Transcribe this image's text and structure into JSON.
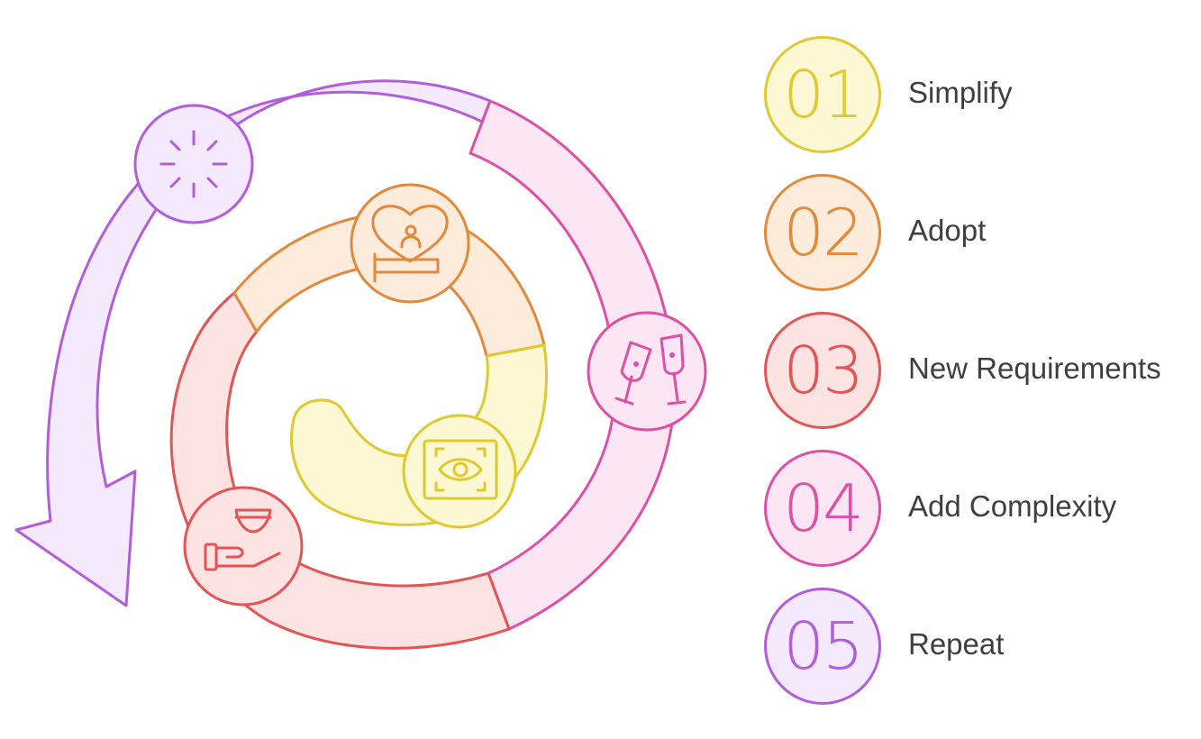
{
  "steps": [
    {
      "number": "01",
      "label": "Simplify",
      "stroke": "#e0c92f",
      "fill": "#fdf8d4",
      "icon": "eye-frame-icon"
    },
    {
      "number": "02",
      "label": "Adopt",
      "stroke": "#e3893b",
      "fill": "#fdebdc",
      "icon": "heart-hand-icon"
    },
    {
      "number": "03",
      "label": "New Requirements",
      "stroke": "#e35555",
      "fill": "#fde3e1",
      "icon": "bowl-hand-icon"
    },
    {
      "number": "04",
      "label": "Add Complexity",
      "stroke": "#de4fa6",
      "fill": "#fde6f4",
      "icon": "champagne-glasses-icon"
    },
    {
      "number": "05",
      "label": "Repeat",
      "stroke": "#b25ddc",
      "fill": "#f5eafd",
      "icon": "loading-spinner-icon"
    }
  ]
}
